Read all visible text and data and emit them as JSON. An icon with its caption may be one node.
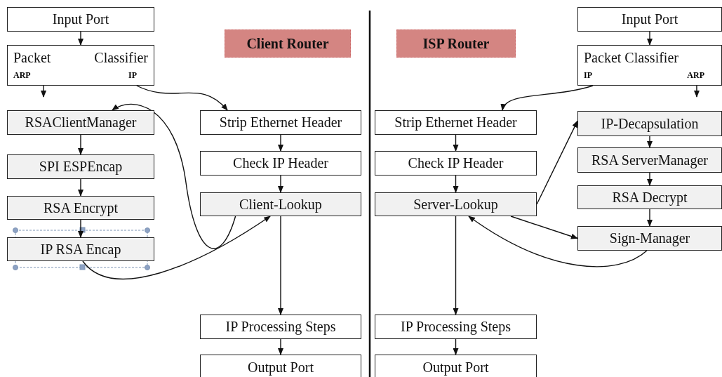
{
  "diagram": {
    "nodes": [
      {
        "text": [
          "Input Port"
        ]
      },
      {
        "text": [
          "Packet Classifier",
          "ARP",
          "IP"
        ]
      },
      {
        "text": [
          "Client Router"
        ]
      },
      {
        "text": [
          "RSAClientManager"
        ]
      },
      {
        "text": [
          "SPI ESPEncap"
        ]
      },
      {
        "text": [
          "RSA Encrypt"
        ]
      },
      {
        "text": [
          "IP RSA Encap"
        ]
      },
      {
        "text": [
          "Strip Ethernet Header"
        ]
      },
      {
        "text": [
          "Check IP Header"
        ]
      },
      {
        "text": [
          "Client-Lookup"
        ]
      },
      {
        "text": [
          "IP Processing Steps"
        ]
      },
      {
        "text": [
          "Output Port"
        ]
      },
      {
        "text": [
          "Input Port"
        ]
      },
      {
        "text": [
          "Packet Classifier",
          "IP",
          "ARP"
        ]
      },
      {
        "text": [
          "ISP Router"
        ]
      },
      {
        "text": [
          "Strip Ethernet Header"
        ]
      },
      {
        "text": [
          "Check IP Header"
        ]
      },
      {
        "text": [
          "Server-Lookup"
        ]
      },
      {
        "text": [
          "IP-Decapsulation"
        ]
      },
      {
        "text": [
          "RSA ServerManager"
        ]
      },
      {
        "text": [
          "RSA Decrypt"
        ]
      },
      {
        "text": [
          "Sign-Manager"
        ]
      },
      {
        "text": [
          "IP Processing Steps"
        ]
      },
      {
        "text": [
          "Output Port"
        ]
      }
    ],
    "edges": [
      {
        "from": 0,
        "to": 1,
        "arrow": "to"
      },
      {
        "from": 1,
        "to": null,
        "arrow": "to"
      },
      {
        "from": 1,
        "to": 7,
        "arrow": "to"
      },
      {
        "from": 9,
        "to": 3,
        "arrow": "to"
      },
      {
        "from": 3,
        "to": 4,
        "arrow": "to"
      },
      {
        "from": 4,
        "to": 5,
        "arrow": "to"
      },
      {
        "from": 5,
        "to": 6,
        "arrow": "to"
      },
      {
        "from": 6,
        "to": 9,
        "arrow": "to"
      },
      {
        "from": 7,
        "to": 8,
        "arrow": "to"
      },
      {
        "from": 8,
        "to": 9,
        "arrow": "to"
      },
      {
        "from": 9,
        "to": 10,
        "arrow": "to"
      },
      {
        "from": 10,
        "to": 11,
        "arrow": "to"
      },
      {
        "from": 12,
        "to": 13,
        "arrow": "to"
      },
      {
        "from": 13,
        "to": 15,
        "arrow": "to"
      },
      {
        "from": 13,
        "to": null,
        "arrow": "to"
      },
      {
        "from": 15,
        "to": 16,
        "arrow": "to"
      },
      {
        "from": 16,
        "to": 17,
        "arrow": "to"
      },
      {
        "from": 17,
        "to": 18,
        "arrow": "to"
      },
      {
        "from": 18,
        "to": 19,
        "arrow": "to"
      },
      {
        "from": 19,
        "to": 20,
        "arrow": "to"
      },
      {
        "from": 20,
        "to": 21,
        "arrow": "to"
      },
      {
        "from": 17,
        "to": 21,
        "arrow": "to"
      },
      {
        "from": 21,
        "to": 17,
        "arrow": "to"
      },
      {
        "from": 17,
        "to": 22,
        "arrow": "to"
      },
      {
        "from": 22,
        "to": 23,
        "arrow": "to"
      }
    ]
  }
}
